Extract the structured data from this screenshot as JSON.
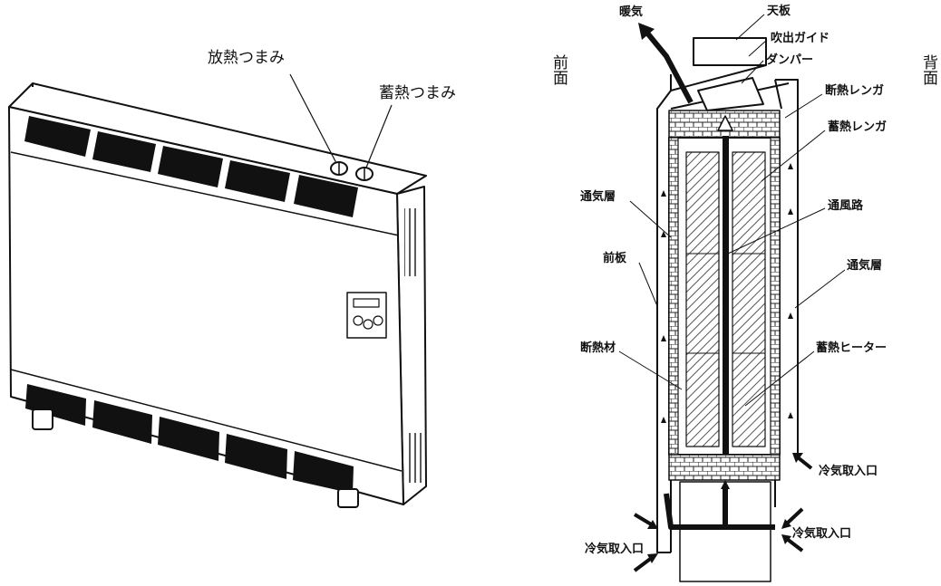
{
  "appliance": {
    "knob_release": "放熱つまみ",
    "knob_storage": "蓄熱つまみ"
  },
  "section": {
    "front": "前面",
    "back": "背面",
    "warm_air": "暖気",
    "top_plate": "天板",
    "outlet_guide": "吹出ガイド",
    "damper": "ダンパー",
    "insulating_brick": "断熱レンガ",
    "storage_brick": "蓄熱レンガ",
    "air_layer_left": "通気層",
    "air_passage": "通風路",
    "air_layer_right": "通気層",
    "front_plate": "前板",
    "insulation": "断熱材",
    "storage_heater": "蓄熱ヒーター",
    "cold_air_inlet_right_upper": "冷気取入口",
    "cold_air_inlet_right_lower": "冷気取入口",
    "cold_air_inlet_left": "冷気取入口"
  },
  "colors": {
    "line": "#111111",
    "hatch": "#555555",
    "fill": "#ffffff"
  }
}
